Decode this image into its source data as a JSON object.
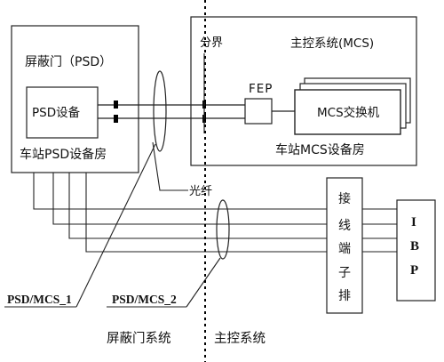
{
  "labels": {
    "psd_room_title": "屏蔽门（PSD）",
    "psd_device": "PSD设备",
    "psd_room_caption": "车站PSD设备房",
    "boundary": "分界",
    "mcs_title": "主控系统(MCS)",
    "fep": "FEP",
    "mcs_switch": "MCS交换机",
    "mcs_room_caption": "车站MCS设备房",
    "fiber": "光纤",
    "terminal_block": [
      "接",
      "线",
      "端",
      "子",
      "排"
    ],
    "ibp": [
      "I",
      "B",
      "P"
    ],
    "cable_1": "PSD/MCS_1",
    "cable_2": "PSD/MCS_2",
    "footer_left": "屏蔽门系统",
    "footer_right": "主控系统"
  }
}
